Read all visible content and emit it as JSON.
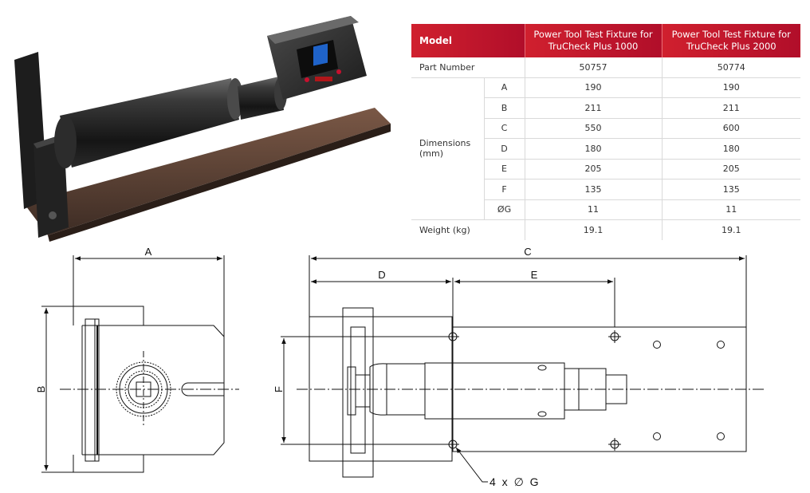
{
  "table": {
    "header": {
      "model": "Model",
      "col1": [
        "Power Tool Test Fixture for",
        "TruCheck Plus 1000"
      ],
      "col2": [
        "Power Tool Test Fixture for",
        "TruCheck Plus 2000"
      ]
    },
    "part_number": {
      "label": "Part Number",
      "v1": "50757",
      "v2": "50774"
    },
    "dimensions_label": [
      "Dimensions",
      "(mm)"
    ],
    "dimensions": [
      {
        "key": "A",
        "v1": "190",
        "v2": "190"
      },
      {
        "key": "B",
        "v1": "211",
        "v2": "211"
      },
      {
        "key": "C",
        "v1": "550",
        "v2": "600"
      },
      {
        "key": "D",
        "v1": "180",
        "v2": "180"
      },
      {
        "key": "E",
        "v1": "205",
        "v2": "205"
      },
      {
        "key": "F",
        "v1": "135",
        "v2": "135"
      },
      {
        "key": "ØG",
        "v1": "11",
        "v2": "11"
      }
    ],
    "weight": {
      "label": "Weight (kg)",
      "v1": "19.1",
      "v2": "19.1"
    }
  },
  "drawing": {
    "labels": {
      "A": "A",
      "B": "B",
      "C": "C",
      "D": "D",
      "E": "E",
      "F": "F"
    },
    "hole_callout": "4 x ∅ G"
  },
  "colors": {
    "header_red": "#c8102e",
    "display_blue": "#1f63c9"
  }
}
